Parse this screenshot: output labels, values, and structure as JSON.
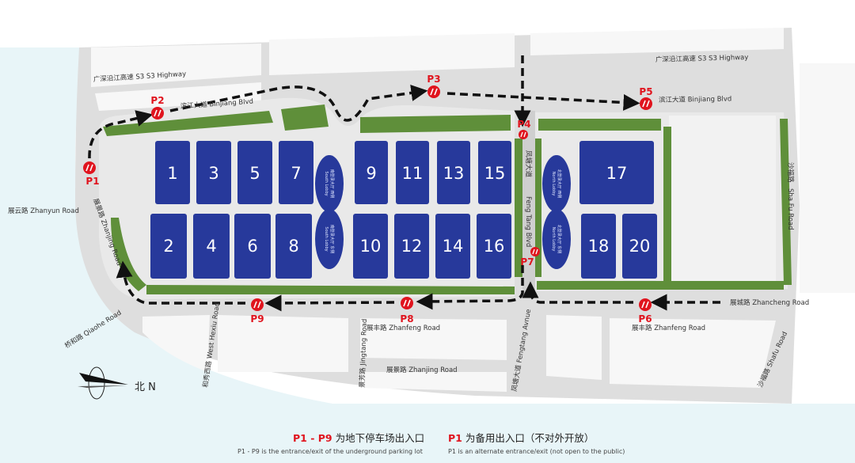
{
  "colors": {
    "hall": "#27399b",
    "road": "#dcdcdc",
    "green": "#5f8f3a",
    "parking": "#e0141e",
    "route": "#111111",
    "water": "#cfe9ee"
  },
  "roads": {
    "s3_highway_left": "广深沿江高速 S3  S3 Highway",
    "s3_highway_right": "广深沿江高速 S3  S3 Highway",
    "binjiang_left": "滨江大道  Binjiang Blvd",
    "binjiang_right": "滨江大道  Binjiang Blvd",
    "zhanyun": "展云路  Zhanyun Road",
    "zhanjing_road": "展景路  Zhanjing Road",
    "qiaohe": "桥和路  Qiaohe Road",
    "west_hexiu": "和秀西路  West Hexiu Road",
    "jingtang": "景芳路  Jingtang Road",
    "zhanfeng_left": "展丰路  Zhanfeng Road",
    "zhanfeng_right": "展丰路  Zhanfeng Road",
    "zhanjing_bottom": "展景路  Zhanjing Road",
    "fengtang_avenue": "凤塘大道  Fengtang Avnue",
    "fengtang_blvd_zh": "凤塘大道",
    "fengtang_blvd_en": "Feng Tang Blvd",
    "zhancheng": "展城路  Zhancheng Road",
    "shafu_top_zh": "沙福路",
    "shafu_top_en": "Sha Fu Road",
    "shafu_bottom": "沙福路  Shafu Road"
  },
  "halls": [
    "1",
    "3",
    "5",
    "7",
    "9",
    "11",
    "13",
    "15",
    "17",
    "2",
    "4",
    "6",
    "8",
    "10",
    "12",
    "14",
    "16",
    "18",
    "20"
  ],
  "lobbies": [
    {
      "zh": "南登录大厅 西侧",
      "en": "South Lobby"
    },
    {
      "zh": "南登录大厅 东侧",
      "en": "South Lobby"
    },
    {
      "zh": "北登录大厅 西侧",
      "en": "North Lobby"
    },
    {
      "zh": "北登录大厅 东侧",
      "en": "North Lobby"
    }
  ],
  "parking": [
    "P1",
    "P2",
    "P3",
    "P4",
    "P5",
    "P6",
    "P7",
    "P8",
    "P9"
  ],
  "parking_icon": "parking-entrance-icon",
  "compass": {
    "icon": "compass-icon",
    "label": "北 N"
  },
  "legend": {
    "left_code": "P1 - P9",
    "left_zh": "为地下停车场出入口",
    "left_en": "P1 - P9 is the entrance/exit of the underground parking lot",
    "right_code": "P1",
    "right_zh": "为备用出入口（不对外开放）",
    "right_en": "P1 is an alternate entrance/exit (not open to the public)"
  }
}
